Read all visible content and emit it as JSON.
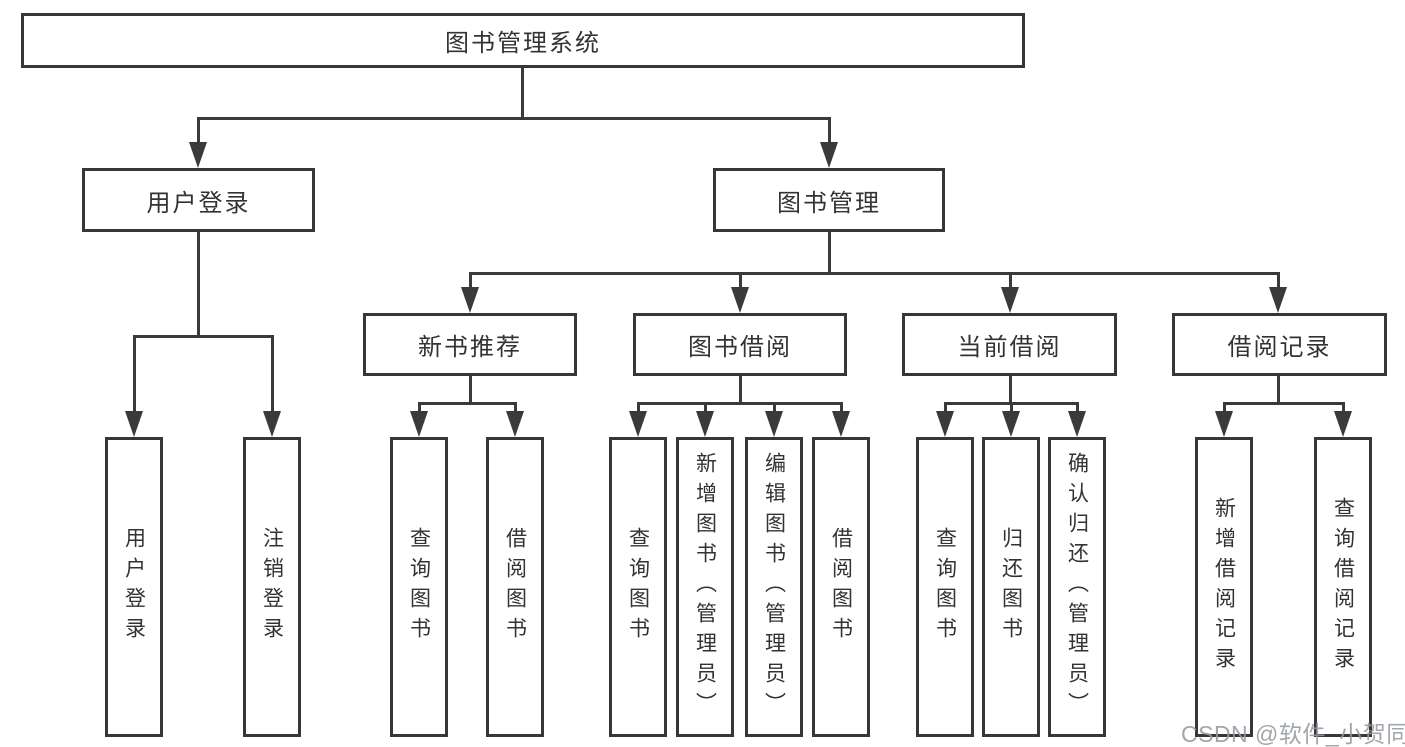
{
  "diagram_type": "functional-structure-tree",
  "tree": {
    "root": {
      "label": "图书管理系统",
      "children": [
        {
          "label": "用户登录",
          "children": [
            {
              "label": "用户登录"
            },
            {
              "label": "注销登录"
            }
          ]
        },
        {
          "label": "图书管理",
          "children": [
            {
              "label": "新书推荐",
              "children": [
                {
                  "label": "查询图书"
                },
                {
                  "label": "借阅图书"
                }
              ]
            },
            {
              "label": "图书借阅",
              "children": [
                {
                  "label": "查询图书"
                },
                {
                  "label": "新增图书（管理员）"
                },
                {
                  "label": "编辑图书（管理员）"
                },
                {
                  "label": "借阅图书"
                }
              ]
            },
            {
              "label": "当前借阅",
              "children": [
                {
                  "label": "查询图书"
                },
                {
                  "label": "归还图书"
                },
                {
                  "label": "确认归还（管理员）"
                }
              ]
            },
            {
              "label": "借阅记录",
              "children": [
                {
                  "label": "新增借阅记录"
                },
                {
                  "label": "查询借阅记录"
                }
              ]
            }
          ]
        }
      ]
    }
  },
  "watermark": {
    "text": "CSDN @软件_小贺同学"
  },
  "colors": {
    "background": "#ffffff",
    "box_border": "#373737",
    "connector_line": "#3a3a3a",
    "text": "#333333",
    "watermark_text": "#94999f"
  }
}
